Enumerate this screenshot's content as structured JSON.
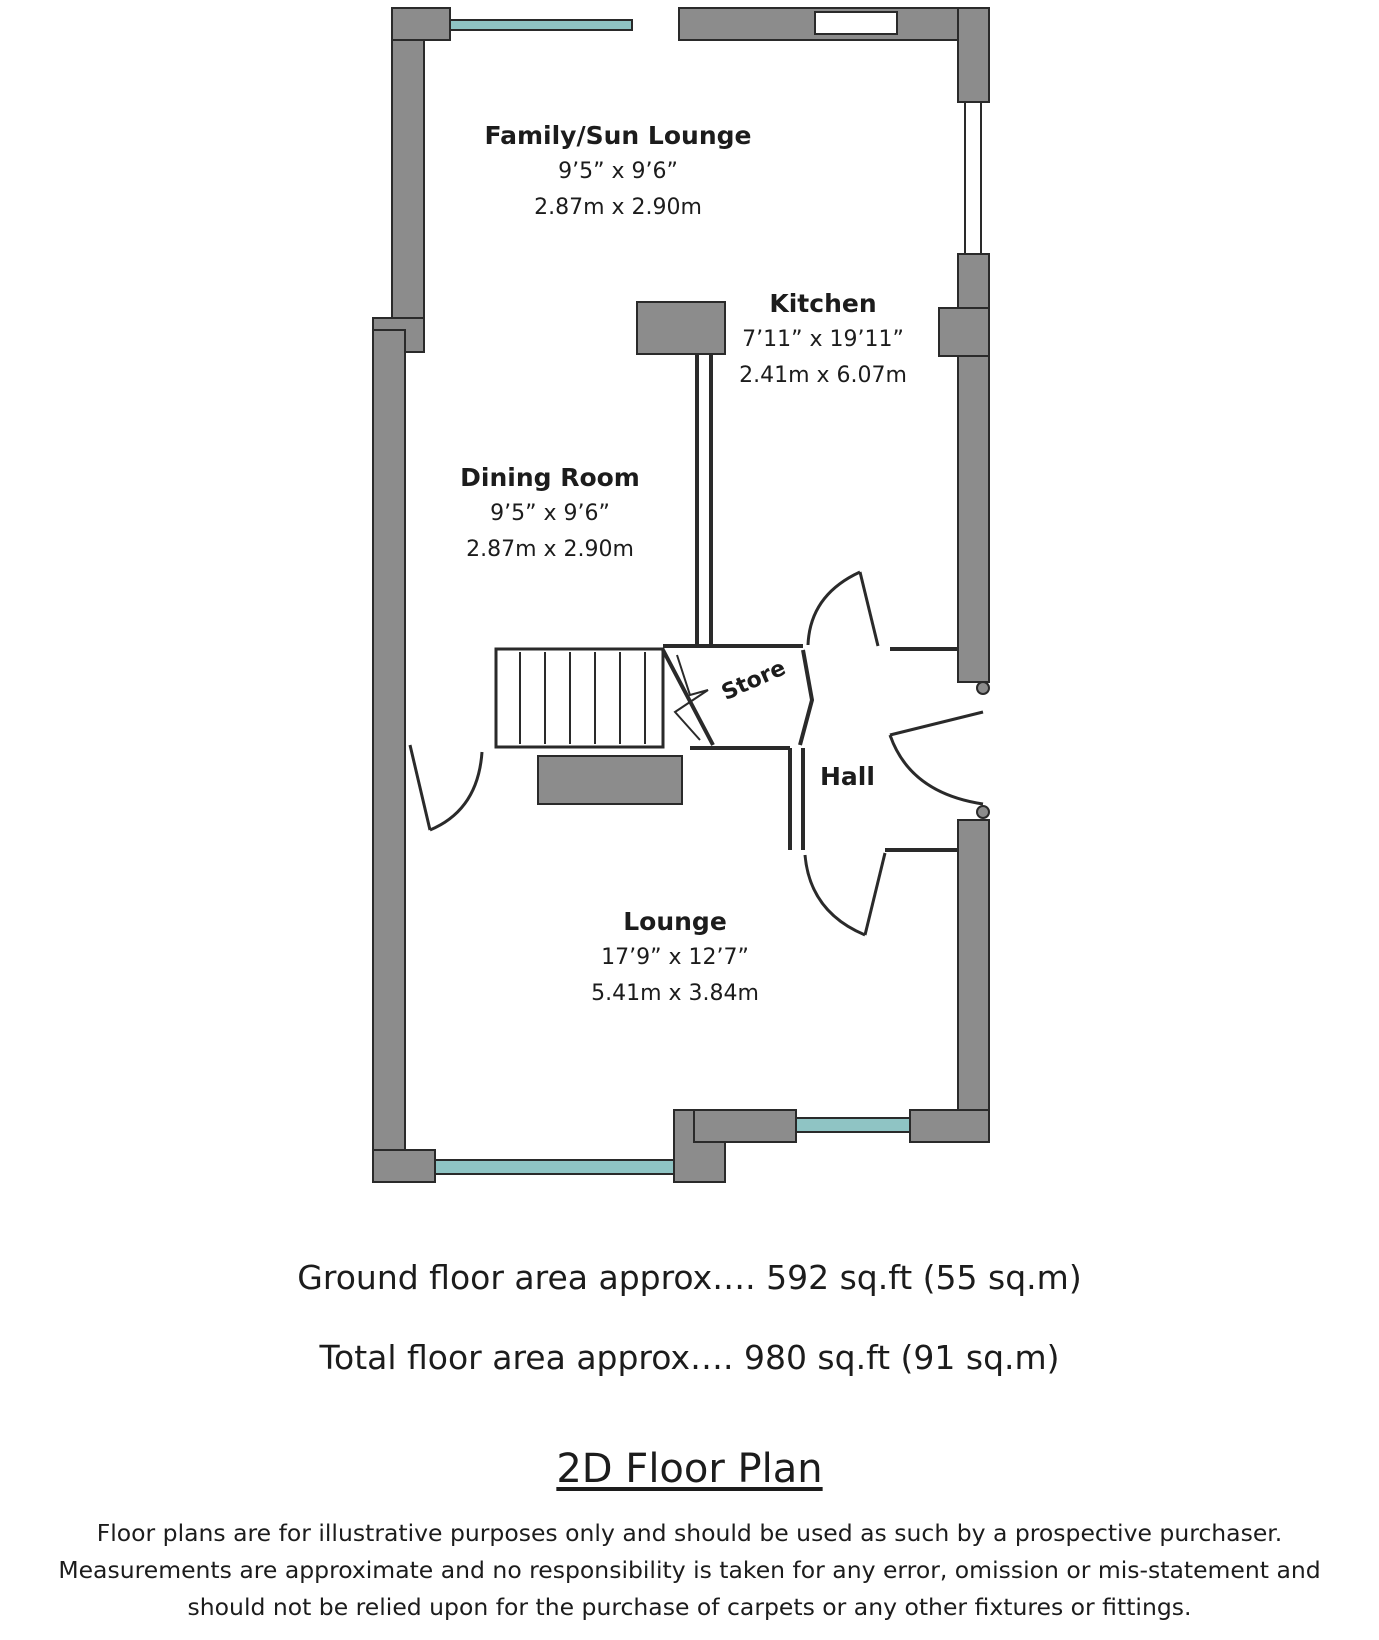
{
  "rooms": {
    "family_sun_lounge": {
      "name": "Family/Sun Lounge",
      "imperial": "9’5” x 9’6”",
      "metric": "2.87m x 2.90m"
    },
    "kitchen": {
      "name": "Kitchen",
      "imperial": "7’11” x 19’11”",
      "metric": "2.41m x 6.07m"
    },
    "dining_room": {
      "name": "Dining Room",
      "imperial": "9’5” x 9’6”",
      "metric": "2.87m x 2.90m"
    },
    "store": {
      "name": "Store"
    },
    "hall": {
      "name": "Hall"
    },
    "lounge": {
      "name": "Lounge",
      "imperial": "17’9” x 12’7”",
      "metric": "5.41m x 3.84m"
    }
  },
  "areas": {
    "ground": "Ground floor area approx…. 592 sq.ft (55 sq.m)",
    "total": "Total floor area approx…. 980 sq.ft (91 sq.m)"
  },
  "title": "2D Floor Plan",
  "disclaimer": [
    "Floor plans are for illustrative purposes only and should be used as such by a prospective purchaser.",
    "Measurements are approximate and no responsibility is taken for any error, omission or mis-statement and",
    "should not be relied upon for the purchase of carpets or any other fixtures or fittings."
  ],
  "colors": {
    "wall": "#8c8c8c",
    "wall_outline": "#2a2a2a",
    "window_glass": "#8fc4c4",
    "line": "#2a2a2a"
  }
}
